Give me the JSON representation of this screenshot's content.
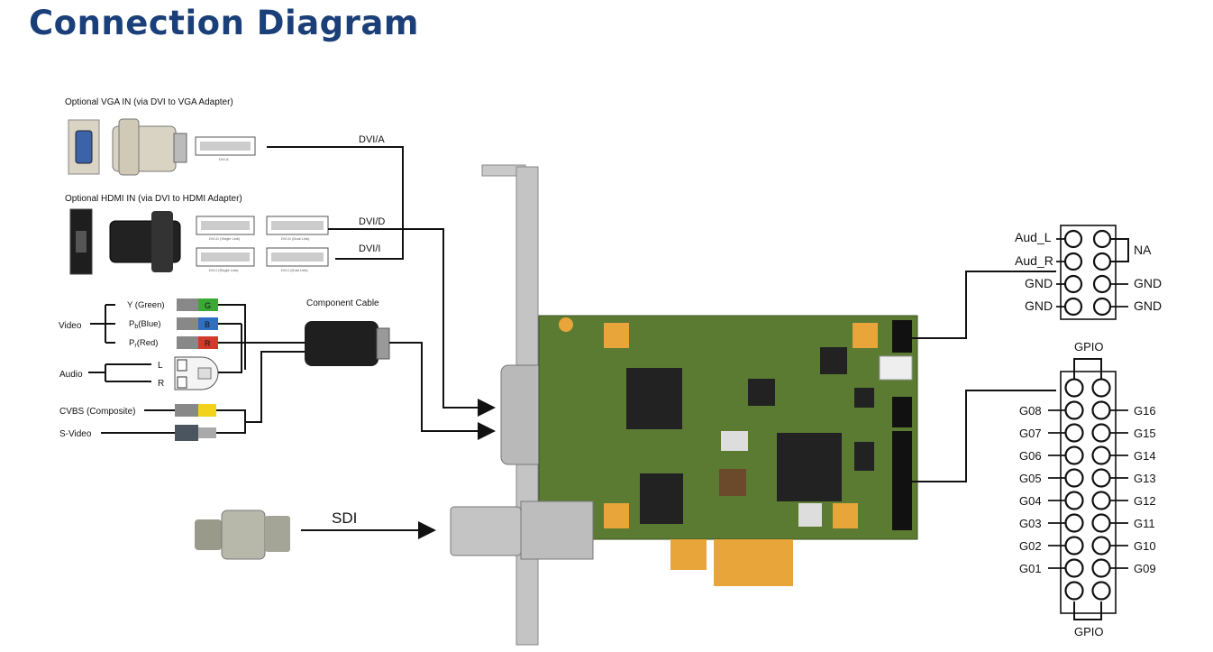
{
  "title": "Connection Diagram",
  "inputs": {
    "vga_note": "Optional VGA IN (via DVI to VGA Adapter)",
    "hdmi_note": "Optional HDMI IN (via DVI to HDMI Adapter)",
    "dvi_a": "DVI/A",
    "dvi_d": "DVI/D",
    "dvi_i": "DVI/I",
    "component_cable": "Component Cable",
    "video": "Video",
    "y_green": "Y (Green)",
    "pb_blue": "P",
    "pb_sub": "b",
    "pb_blue_suffix": "(Blue)",
    "pr_red": "P",
    "pr_sub": "r",
    "pr_red_suffix": "(Red)",
    "audio": "Audio",
    "audio_l": "L",
    "audio_r": "R",
    "cvbs": "CVBS (Composite)",
    "svideo": "S-Video",
    "sdi": "SDI",
    "rca_g": "G",
    "rca_b": "B",
    "rca_r": "R",
    "dvi_small_a": "DVI-A",
    "dvi_small_d_single": "DVI-D (Single Link)",
    "dvi_small_d_dual": "DVI-D (Dual Link)",
    "dvi_small_i_single": "DVI-I (Single Link)",
    "dvi_small_i_dual": "DVI-I (Dual Link)"
  },
  "audio_header": {
    "left": [
      "Aud_L",
      "Aud_R",
      "GND",
      "GND"
    ],
    "right": [
      "NA",
      "GND",
      "GND"
    ]
  },
  "gpio_header": {
    "label_top": "GPIO",
    "label_bottom": "GPIO",
    "left": [
      "G08",
      "G07",
      "G06",
      "G05",
      "G04",
      "G03",
      "G02",
      "G01"
    ],
    "right": [
      "G16",
      "G15",
      "G14",
      "G13",
      "G12",
      "G11",
      "G10",
      "G09"
    ]
  },
  "colors": {
    "title": "#1b3f78",
    "pcb": "#5b7a32",
    "gold": "#e8a53a",
    "rca_green": "#3aaa35",
    "rca_blue": "#2f6fc0",
    "rca_red": "#d23b2b",
    "rca_yellow": "#f2d21b"
  }
}
